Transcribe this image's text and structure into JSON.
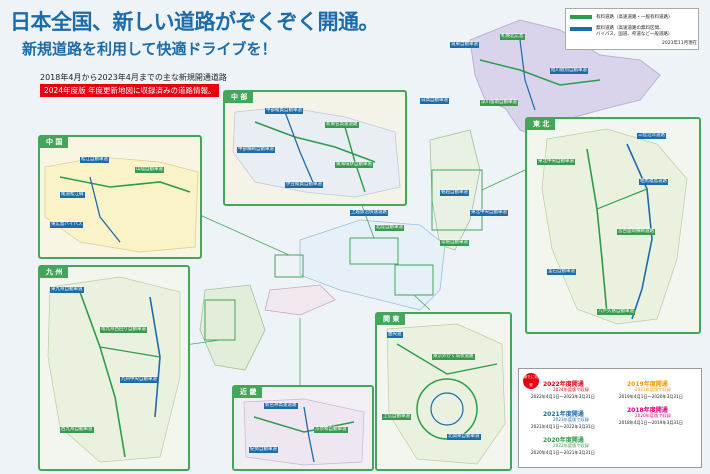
{
  "title": "日本全国、新しい道路がぞくぞく開通。",
  "subtitle": "新規道路を利用して快適ドライブを！",
  "period": "2018年4月から2023年4月までの主な新規開通道路",
  "notice": "2024年度版 年度更新地図に収録済みの道路情報。",
  "legend_top": {
    "line1": "有料道路（高速道路・一般有料道路）",
    "line2a": "無料道路（高速道路の無料区間、",
    "line2b": "バイパス、国道、県道など一般道路）",
    "date": "2023年11月現在",
    "colors": {
      "toll": "#2e9b4a",
      "free": "#1d6ba8"
    }
  },
  "regions": {
    "chugoku": "中 国",
    "chubu": "中 部",
    "tohoku": "東 北",
    "kyushu": "九 州",
    "kanto": "関 東",
    "kinki": "近 畿"
  },
  "legend_bottom": {
    "badge": "新たに収録",
    "y2022": "2022年度開通",
    "y2022_sub": "2024年度版で収録",
    "y2022_range": "2022年4月1日〜2023年3月31日",
    "y2021": "2021年度開通",
    "y2021_sub": "2023年度版で収録",
    "y2021_range": "2021年4月1日〜2022年3月31日",
    "y2020": "2020年度開通",
    "y2020_sub": "2022年度版で収録",
    "y2020_range": "2020年4月1日〜2021年3月31日",
    "y2019": "2019年度開通",
    "y2019_sub": "2021年度版で収録",
    "y2019_range": "2019年4月1日〜2020年3月31日",
    "y2018": "2018年度開通",
    "y2018_sub": "2020年度版で収録",
    "y2018_range": "2018年4月1日〜2019年3月31日"
  },
  "tags": {
    "hokkaido": [
      "道東自動車道",
      "札幌北広島",
      "日高自動車道",
      "深川留萌自動車道",
      "旭川紋別自動車道"
    ],
    "tohoku": [
      "三陸沿岸道路",
      "東北中央自動車道",
      "相馬福島道路",
      "宮古盛岡横断道路",
      "釜石自動車道",
      "八戸久慈自動車道"
    ],
    "chubu": [
      "中部縦貫自動車道",
      "新東名高速道路",
      "中部横断自動車道",
      "東海環状自動車道",
      "伊豆縦貫自動車道"
    ],
    "chugoku": [
      "松江自動車道",
      "山陰自動車道",
      "尾道松江線",
      "東広島バイパス"
    ],
    "kyushu": [
      "東九州自動車道",
      "南九州西回り自動車道",
      "九州中央自動車道",
      "西九州自動車道"
    ],
    "kanto": [
      "圏央道",
      "東京外かく環状道路",
      "北関東自動車道",
      "上信自動車道"
    ],
    "kinki": [
      "新名神高速道路",
      "京奈和自動車道",
      "紀勢自動車道"
    ],
    "center": [
      "上越魚沼快速道路",
      "北陸自動車道",
      "磐越自動車道",
      "常磐自動車道",
      "東北中央自動車道"
    ]
  }
}
